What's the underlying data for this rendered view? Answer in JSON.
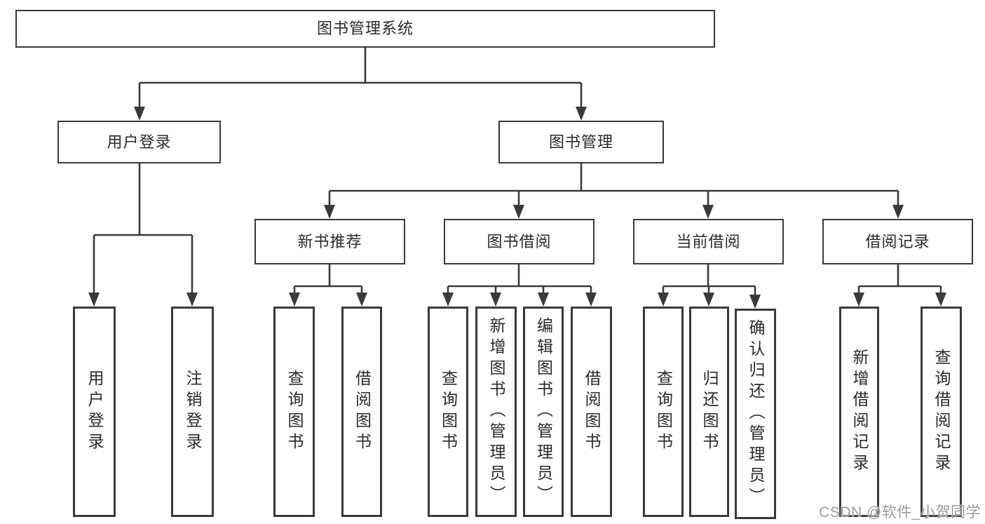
{
  "diagram": {
    "tree": {
      "label": "图书管理系统",
      "children": [
        {
          "label": "用户登录",
          "children": [
            {
              "label": "用户登录"
            },
            {
              "label": "注销登录"
            }
          ]
        },
        {
          "label": "图书管理",
          "children": [
            {
              "label": "新书推荐",
              "children": [
                {
                  "label": "查询图书"
                },
                {
                  "label": "借阅图书"
                }
              ]
            },
            {
              "label": "图书借阅",
              "children": [
                {
                  "label": "查询图书"
                },
                {
                  "label": "新增图书（管理员）"
                },
                {
                  "label": "编辑图书（管理员）"
                },
                {
                  "label": "借阅图书"
                }
              ]
            },
            {
              "label": "当前借阅",
              "children": [
                {
                  "label": "查询图书"
                },
                {
                  "label": "归还图书"
                },
                {
                  "label": "确认归还（管理员）"
                }
              ]
            },
            {
              "label": "借阅记录",
              "children": [
                {
                  "label": "新增借阅记录"
                },
                {
                  "label": "查询借阅记录"
                }
              ]
            }
          ]
        }
      ]
    },
    "watermark": {
      "text": "CSDN @软件_小贺同学"
    },
    "colors": {
      "line": "#3a3a3a",
      "box_border": "#3a3a3a",
      "box_fill": "#ffffff",
      "text": "#2a2a2a",
      "watermark": "#9b9b9b"
    }
  }
}
